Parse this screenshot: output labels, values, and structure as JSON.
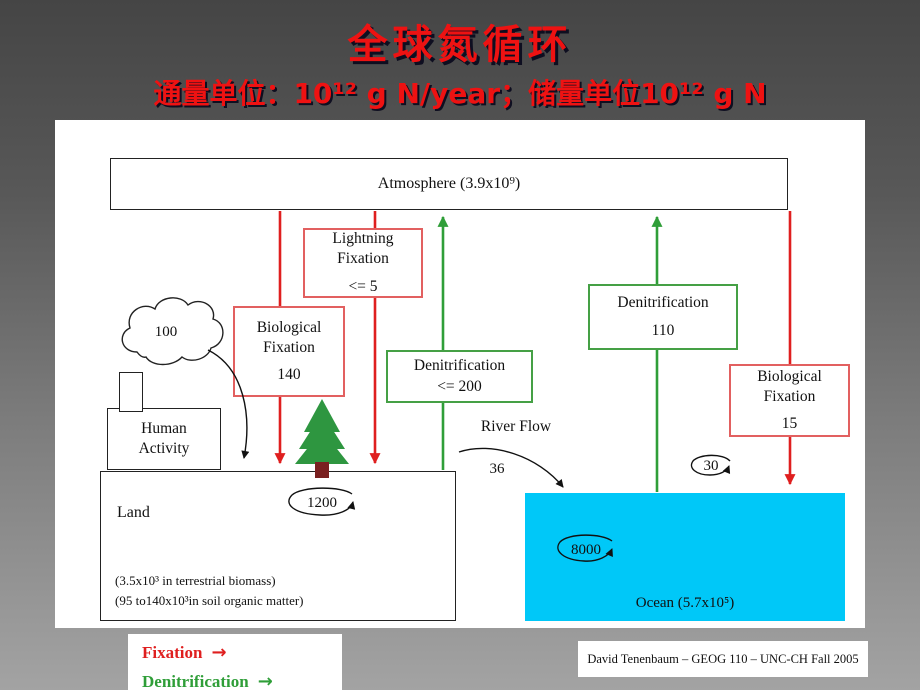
{
  "slide": {
    "title": "全球氮循环",
    "subtitle": "通量单位：10¹² g N/year；储量单位10¹² g N"
  },
  "diagram": {
    "atmosphere": "Atmosphere (3.9x10⁹)",
    "lightning": {
      "l1": "Lightning",
      "l2": "Fixation",
      "l3": "<= 5"
    },
    "bio_fix_land": {
      "l1": "Biological",
      "l2": "Fixation",
      "l3": "140"
    },
    "denit_land": {
      "l1": "Denitrification",
      "l2": "<= 200"
    },
    "denit_ocean": {
      "l1": "Denitrification",
      "l2": "110"
    },
    "bio_fix_ocean": {
      "l1": "Biological",
      "l2": "Fixation",
      "l3": "15"
    },
    "human": {
      "l1": "Human",
      "l2": "Activity"
    },
    "land": {
      "title": "Land",
      "note1": "(3.5x10³ in terrestrial biomass)",
      "note2": "(95 to140x10³in soil organic matter)"
    },
    "ocean": {
      "label": "Ocean (5.7x10⁵)"
    },
    "flows": {
      "human_emission": "100",
      "land_cycle": "1200",
      "river_label": "River Flow",
      "river_value": "36",
      "ocean_surface": "30",
      "ocean_cycle": "8000"
    }
  },
  "legend": {
    "fixation": "Fixation",
    "denitrification": "Denitrification",
    "arrow": "→"
  },
  "credit": "David Tenenbaum – GEOG 110 – UNC-CH Fall 2005",
  "colors": {
    "fixation_red": "#df1f1f",
    "denitrification_green": "#2f9e38",
    "ocean_fill": "#00c8f8",
    "title_red": "#ee1212",
    "tree_green": "#2e9640",
    "trunk_brown": "#7a2020",
    "box_red_border": "#e26060",
    "box_green_border": "#45a045"
  }
}
